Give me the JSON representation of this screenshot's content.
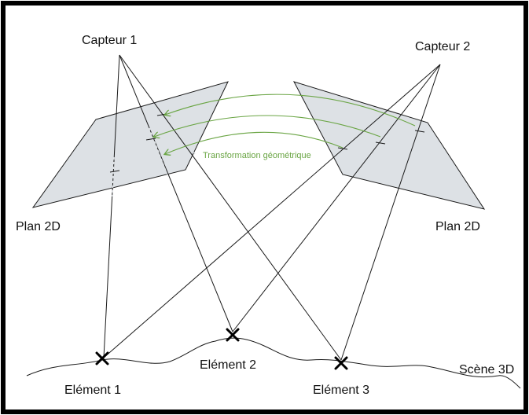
{
  "labels": {
    "sensor1": "Capteur 1",
    "sensor2": "Capteur 2",
    "plane_left": "Plan 2D",
    "plane_right": "Plan 2D",
    "transformation": "Transformation géométrique",
    "element1": "Elément 1",
    "element2": "Elément 2",
    "element3": "Elément 3",
    "scene": "Scène 3D"
  },
  "colors": {
    "frame": "#000000",
    "plane_fill": "#dde1e5",
    "line": "#1a1a1a",
    "transformation": "#6aa544",
    "marker": "#000000"
  },
  "icons": {
    "element_marker": "x-cross-marker"
  }
}
